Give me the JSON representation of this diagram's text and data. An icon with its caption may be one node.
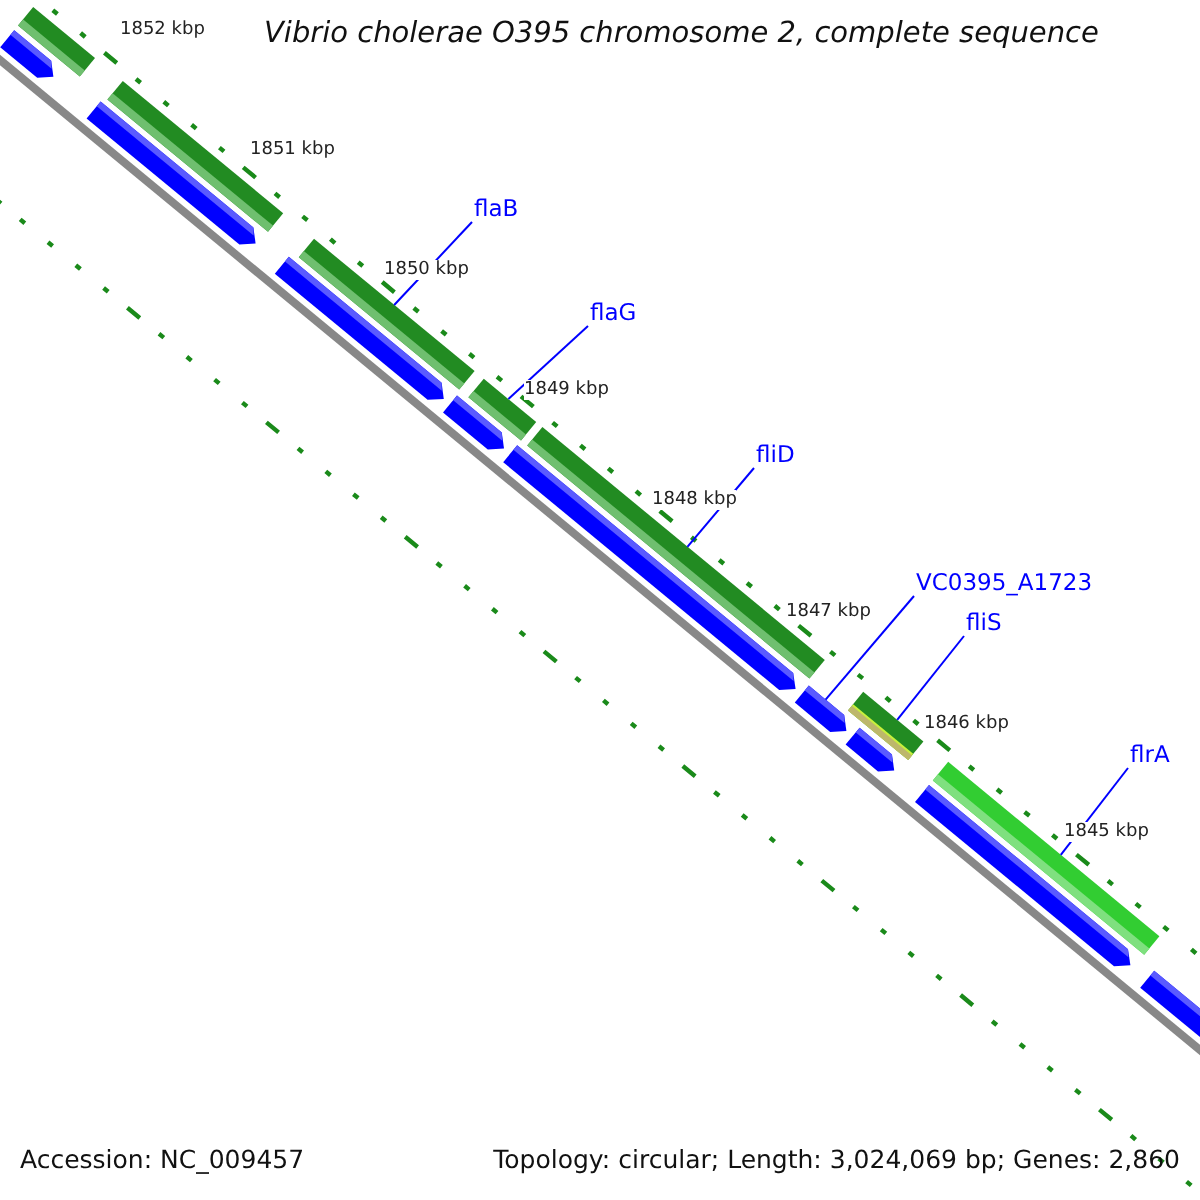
{
  "diagram": {
    "title": "Vibrio cholerae O395 chromosome 2, complete sequence",
    "nodes": [
      {
        "text": [
          "flaB"
        ]
      },
      {
        "text": [
          "flaG"
        ]
      },
      {
        "text": [
          "fliD"
        ]
      },
      {
        "text": [
          "VC0395_A1723"
        ]
      },
      {
        "text": [
          "fliS"
        ]
      },
      {
        "text": [
          "flrA"
        ]
      },
      {
        "text": [],
        "shape": "pentagon"
      },
      {
        "text": [],
        "shape": "bar"
      },
      {
        "text": [],
        "shape": "pentagon"
      },
      {
        "text": [],
        "shape": "bar"
      },
      {
        "text": [],
        "shape": "pentagon"
      },
      {
        "text": [],
        "shape": "bar"
      },
      {
        "text": [],
        "shape": "pentagon"
      },
      {
        "text": [],
        "shape": "bar"
      },
      {
        "text": [],
        "shape": "pentagon"
      },
      {
        "text": [],
        "shape": "bar"
      },
      {
        "text": [],
        "shape": "pentagon"
      },
      {
        "text": [],
        "shape": "bar"
      },
      {
        "text": [],
        "shape": "pentagon"
      },
      {
        "text": [],
        "shape": "pentagon"
      },
      {
        "text": [],
        "shape": "bar"
      },
      {
        "text": [],
        "shape": "pentagon"
      }
    ],
    "edges": [
      {
        "from": 0,
        "to": 11,
        "arrow": "none"
      },
      {
        "from": 1,
        "to": 13,
        "arrow": "none"
      },
      {
        "from": 2,
        "to": 15,
        "arrow": "none"
      },
      {
        "from": 3,
        "to": 16,
        "arrow": "none"
      },
      {
        "from": 4,
        "to": 17,
        "arrow": "none"
      },
      {
        "from": 5,
        "to": 20,
        "arrow": "none"
      }
    ],
    "labels": [
      "1852 kbp",
      "1851 kbp",
      "1850 kbp",
      "1849 kbp",
      "1848 kbp",
      "1847 kbp",
      "1846 kbp",
      "1845 kbp",
      "Accession: NC_009457",
      "Topology: circular; Length: 3,024,069 bp; Genes: 2,860"
    ]
  }
}
